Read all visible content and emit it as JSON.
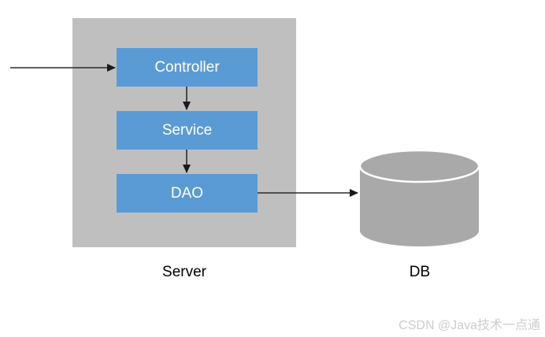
{
  "diagram": {
    "server": {
      "label": "Server",
      "layers": [
        {
          "id": "controller",
          "label": "Controller"
        },
        {
          "id": "service",
          "label": "Service"
        },
        {
          "id": "dao",
          "label": "DAO"
        }
      ]
    },
    "db": {
      "label": "DB",
      "shape": "cylinder"
    },
    "connections": [
      "external-request -> Controller",
      "Controller -> Service",
      "Service -> DAO",
      "DAO -> DB"
    ],
    "colors": {
      "layer_fill": "#5b9bd5",
      "layer_text": "#ffffff",
      "server_fill": "#bfbfbf",
      "db_fill": "#a9a9a9",
      "arrow": "#2b2b2b",
      "caption_text": "#000000",
      "watermark_text": "#cdcdcd"
    }
  },
  "watermark": {
    "text": "CSDN @Java技术一点通"
  }
}
